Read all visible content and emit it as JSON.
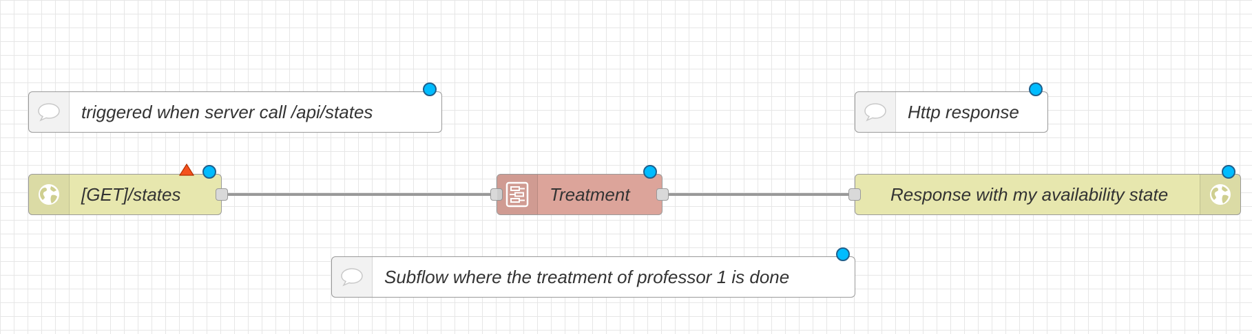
{
  "flow": {
    "comments": [
      {
        "label": "triggered when server call /api/states",
        "icon": "comment-icon"
      },
      {
        "label": "Http response",
        "icon": "comment-icon"
      },
      {
        "label": "Subflow where the treatment of professor 1 is done",
        "icon": "comment-icon"
      }
    ],
    "nodes": {
      "http_in": {
        "label": "[GET]/states",
        "icon": "globe-icon",
        "color": "#e7e7ae",
        "status": "warning"
      },
      "subflow": {
        "label": "Treatment",
        "icon": "subflow-icon",
        "color": "#dca49a"
      },
      "http_response": {
        "label": "Response with my availability state",
        "icon": "globe-icon",
        "color": "#e7e7ae"
      }
    },
    "colors": {
      "changed_indicator": "#00bcff",
      "wire": "#999999",
      "warning": "#f4511e"
    }
  }
}
